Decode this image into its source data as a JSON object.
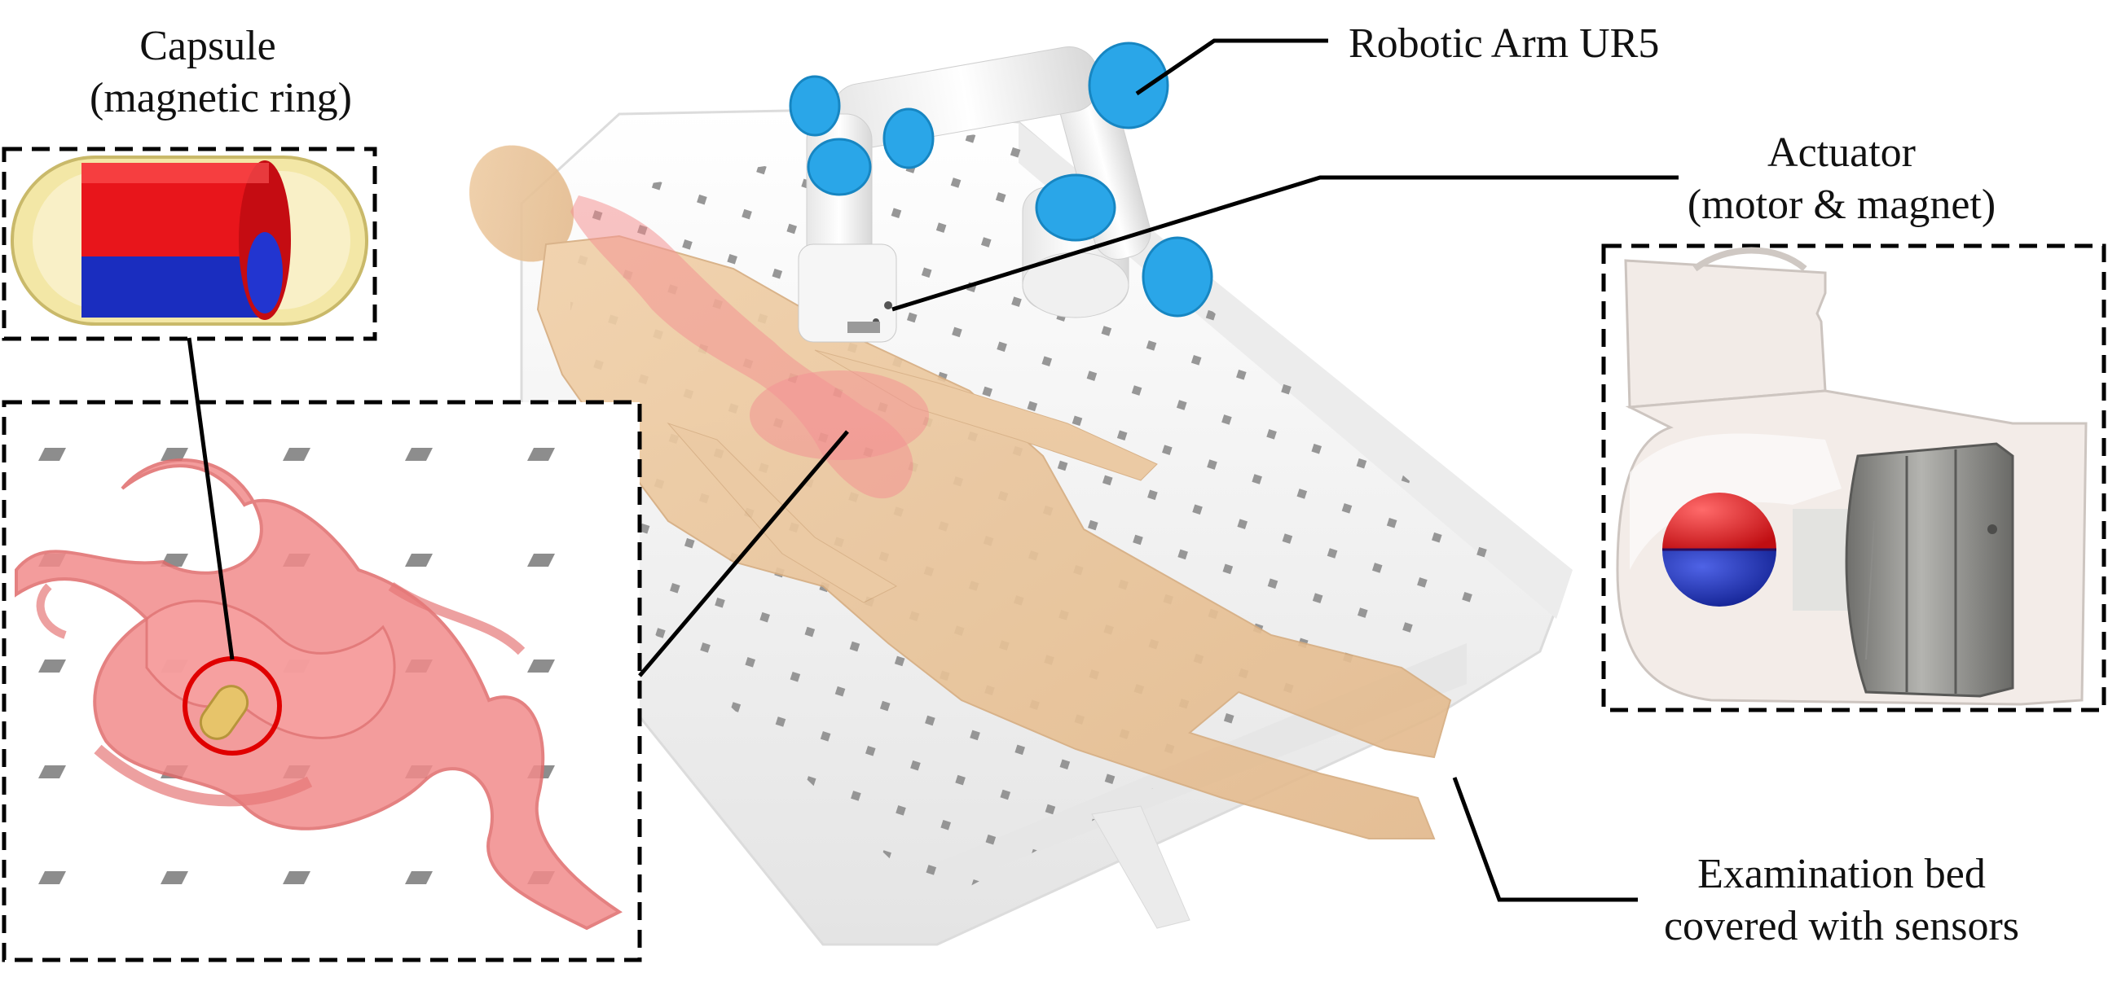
{
  "labels": {
    "capsule": {
      "line1": "Capsule",
      "line2": "(magnetic ring)"
    },
    "robotic_arm": {
      "line1": "Robotic Arm UR5"
    },
    "actuator": {
      "line1": "Actuator",
      "line2": "(motor & magnet)"
    },
    "bed": {
      "line1": "Examination bed",
      "line2": "covered with sensors"
    }
  },
  "colors": {
    "magnet_north": "#e8151b",
    "magnet_south": "#1a2dbf",
    "capsule_shell": "#f3e7a6",
    "organ_pink": "#f28b8b",
    "body_skin": "#e9c49b",
    "arm_blue": "#2aa6e8",
    "arm_white": "#f4f4f4",
    "motor_gray": "#8f8f8c",
    "bed_white": "#f6f6f6",
    "highlight_ring": "#e00000",
    "callout_line": "#000000"
  }
}
